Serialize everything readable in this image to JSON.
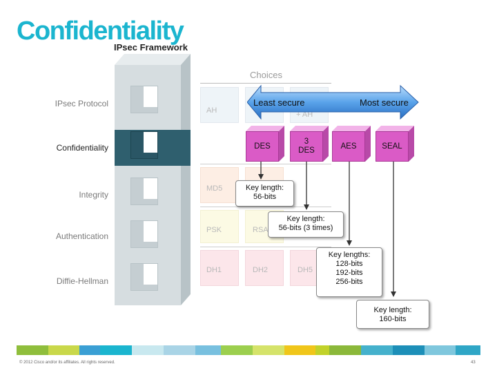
{
  "title": "Confidentiality",
  "framework": "IPsec Framework",
  "choices_label": "Choices",
  "rows": [
    {
      "label": "IPsec Protocol"
    },
    {
      "label": "Confidentiality"
    },
    {
      "label": "Integrity"
    },
    {
      "label": "Authentication"
    },
    {
      "label": "Diffie-Hellman"
    }
  ],
  "arrow": {
    "left": "Least secure",
    "right": "Most secure"
  },
  "ghost": {
    "ah": "AH",
    "esp_ah": "+ AH",
    "md5": "MD5",
    "psk": "PSK",
    "rsa": "RSA",
    "dh1": "DH1",
    "dh2": "DH2",
    "dh5": "DH5"
  },
  "algorithms": {
    "des": "DES",
    "des3_line1": "3",
    "des3_line2": "DES",
    "aes": "AES",
    "seal": "SEAL"
  },
  "callouts": {
    "des": {
      "line1": "Key length:",
      "line2": "56-bits"
    },
    "des3": {
      "line1": "Key length:",
      "line2": "56-bits (3 times)"
    },
    "aes": {
      "line1": "Key lengths:",
      "line2": "128-bits",
      "line3": "192-bits",
      "line4": "256-bits"
    },
    "seal": {
      "line1": "Key length:",
      "line2": "160-bits"
    }
  },
  "colors": {
    "title": "#1bb5cf",
    "algorithm_fill": "#da5bc6",
    "arrow_fill": "#5aa3ea",
    "active_band": "#2f5f6e"
  },
  "footer": {
    "copyright": "© 2012 Cisco and/or its affiliates. All rights reserved.",
    "page": "43"
  }
}
